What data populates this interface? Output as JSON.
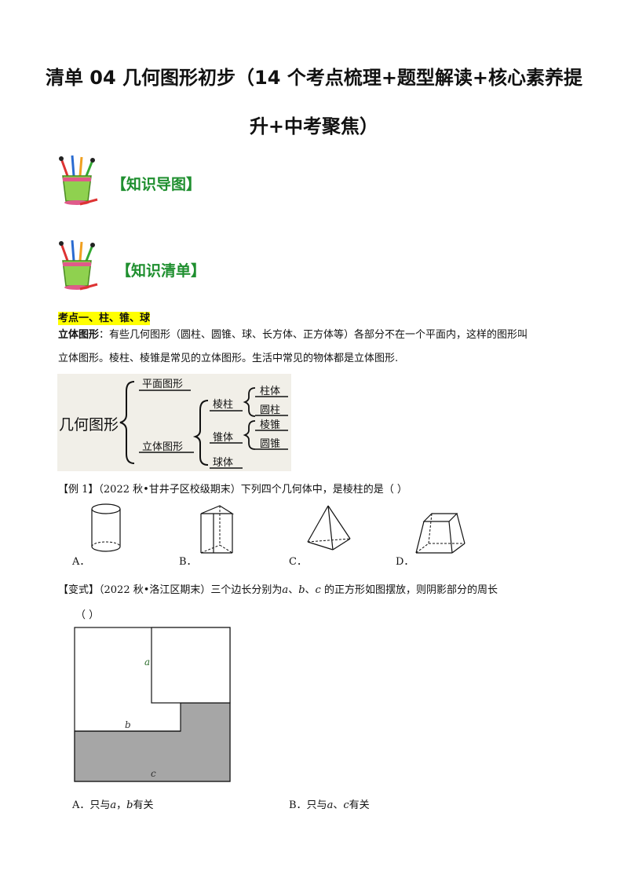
{
  "title": {
    "line1": "清单 04  几何图形初步（14 个考点梳理+题型解读+核心素养提",
    "line2": "升+中考聚焦）"
  },
  "sections": {
    "mindmap": "【知识导图】",
    "checklist": "【知识清单】"
  },
  "topic1": {
    "heading": "考点一、柱、锥、球",
    "term": "立体图形",
    "colon": "：",
    "text_line1": "有些几何图形（圆柱、圆锥、球、长方体、正方体等）各部分不在一个平面内，这样的图形叫",
    "text_line2": "立体图形。棱柱、棱锥是常见的立体图形。生活中常见的物体都是立体图形."
  },
  "diagram": {
    "root": "几何图形",
    "plane": "平面图形",
    "solid": "立体图形",
    "prism_group": "棱柱",
    "cylinder_group": "锥体",
    "sphere": "球体",
    "prism": "柱体",
    "cylinder": "圆柱",
    "pyramid": "棱锥",
    "cone": "圆锥"
  },
  "example1": {
    "label": "【例 1】",
    "source": "（2022 秋•甘井子区校级期末）",
    "question": "下列四个几何体中，是棱柱的是（        ）",
    "options": [
      "A．",
      "B．",
      "C．",
      "D．"
    ]
  },
  "variant": {
    "label": "【变式】",
    "source": "（2022 秋•洛江区期末）",
    "question_line1": "三个边长分别为",
    "var_a": "a",
    "sep1": "、",
    "var_b": "b",
    "sep2": "、",
    "var_c": "c",
    "question_rest": " 的正方形如图摆放，则阴影部分的周长",
    "paren": "（        ）",
    "fig_label_a": "a",
    "fig_label_b": "b",
    "fig_label_c": "c",
    "optionA": {
      "prefix": "A．只与",
      "v1": "a",
      "mid": "，",
      "v2": "b",
      "suffix": "有关"
    },
    "optionB": {
      "prefix": "B．只与",
      "v1": "a",
      "mid": "、",
      "v2": "c",
      "suffix": "有关"
    }
  },
  "colors": {
    "section_green": "#1f8f2f",
    "highlight": "#ffff00",
    "shade": "#a6a6a6",
    "diagram_bg": "#f1efe8"
  },
  "icons": [
    "pencil-cup-icon",
    "pencil-cup-icon"
  ]
}
